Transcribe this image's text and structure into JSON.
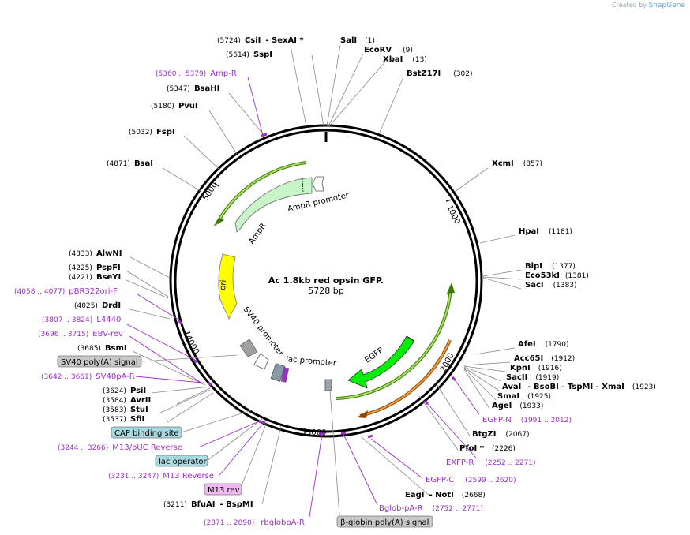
{
  "branding": {
    "created_by": "Created by",
    "app": "SnapGene"
  },
  "plasmid": {
    "name": "Ac 1.8kb red opsin GFP.",
    "size": "5728 bp"
  },
  "ticks": [
    "1000",
    "2000",
    "3000",
    "4000",
    "5000"
  ],
  "restriction_sites": [
    {
      "pos": "(5724)",
      "name": "CsiI",
      "extra": "- SexAI *"
    },
    {
      "pos": "(5614)",
      "name": "SspI"
    },
    {
      "pos": "(1)",
      "name": "SalI"
    },
    {
      "pos": "(9)",
      "name": "EcoRV"
    },
    {
      "pos": "(13)",
      "name": "XbaI"
    },
    {
      "pos": "(302)",
      "name": "BstZ17I"
    },
    {
      "pos": "(5347)",
      "name": "BsaHI"
    },
    {
      "pos": "(5180)",
      "name": "PvuI"
    },
    {
      "pos": "(5032)",
      "name": "FspI"
    },
    {
      "pos": "(4871)",
      "name": "BsaI"
    },
    {
      "pos": "(857)",
      "name": "XcmI"
    },
    {
      "pos": "(1181)",
      "name": "HpaI"
    },
    {
      "pos": "(1377)",
      "name": "BlpI"
    },
    {
      "pos": "(1381)",
      "name": "Eco53kI"
    },
    {
      "pos": "(1383)",
      "name": "SacI"
    },
    {
      "pos": "(4333)",
      "name": "AlwNI"
    },
    {
      "pos": "(4225)",
      "name": "PspFI"
    },
    {
      "pos": "(4221)",
      "name": "BseYI"
    },
    {
      "pos": "(4025)",
      "name": "DrdI"
    },
    {
      "pos": "(3685)",
      "name": "BsmI"
    },
    {
      "pos": "(1790)",
      "name": "AfeI"
    },
    {
      "pos": "(1912)",
      "name": "Acc65I"
    },
    {
      "pos": "(1916)",
      "name": "KpnI"
    },
    {
      "pos": "(1919)",
      "name": "SacII"
    },
    {
      "pos": "(1923)",
      "name": "AvaI",
      "extra": "- BsoBI  - TspMI  - XmaI"
    },
    {
      "pos": "(1925)",
      "name": "SmaI"
    },
    {
      "pos": "(1933)",
      "name": "AgeI"
    },
    {
      "pos": "(3624)",
      "name": "PsiI"
    },
    {
      "pos": "(3584)",
      "name": "AvrII"
    },
    {
      "pos": "(3583)",
      "name": "StuI"
    },
    {
      "pos": "(3537)",
      "name": "SfiI"
    },
    {
      "pos": "(2067)",
      "name": "BtgZI"
    },
    {
      "pos": "(2226)",
      "name": "PfoI *"
    },
    {
      "pos": "(2668)",
      "name": "EagI",
      "extra": "- NotI"
    },
    {
      "pos": "(3211)",
      "name": "BfuAI",
      "extra": "- BspMI"
    }
  ],
  "primers": [
    {
      "pos": "(5360 .. 5379)",
      "name": "Amp-R"
    },
    {
      "pos": "(4058 .. 4077)",
      "name": "pBR322ori-F"
    },
    {
      "pos": "(3807 .. 3824)",
      "name": "L4440"
    },
    {
      "pos": "(3696 .. 3715)",
      "name": "EBV-rev"
    },
    {
      "pos": "(3642 .. 3661)",
      "name": "SV40pA-R"
    },
    {
      "pos": "(3244 .. 3266)",
      "name": "M13/pUC Reverse"
    },
    {
      "pos": "(3231 .. 3247)",
      "name": "M13 Reverse"
    },
    {
      "pos": "(2871 .. 2890)",
      "name": "rbglobpA-R"
    },
    {
      "pos": "(1991 .. 2012)",
      "name": "EGFP-N"
    },
    {
      "pos": "(2252 .. 2271)",
      "name": "EXFP-R"
    },
    {
      "pos": "(2599 .. 2620)",
      "name": "EGFP-C"
    },
    {
      "pos": "(2752 .. 2771)",
      "name": "Bglob-pA-R"
    }
  ],
  "boxed_features": [
    {
      "name": "SV40 poly(A) signal",
      "fill": "#c8c8c8"
    },
    {
      "name": "CAP binding site",
      "fill": "#a8d8e0"
    },
    {
      "name": "lac operator",
      "fill": "#a8d8e0"
    },
    {
      "name": "M13 rev",
      "fill": "#f0b8f0"
    },
    {
      "name": "β-globin poly(A) signal",
      "fill": "#c8c8c8"
    }
  ],
  "map_features": [
    {
      "name": "AmpR promoter",
      "fill": "#ffffff"
    },
    {
      "name": "AmpR",
      "fill": "#c8f5c8"
    },
    {
      "name": "ori",
      "fill": "#ffff00"
    },
    {
      "name": "SV40 promoter",
      "fill": "#ffffff"
    },
    {
      "name": "lac promoter",
      "fill": "#ffffff"
    },
    {
      "name": "EGFP",
      "fill": "#00ee00"
    }
  ],
  "colors": {
    "backbone": "#000000",
    "primer": "#9b30c8",
    "orf_green": "#58a000",
    "orf_orange": "#e08000",
    "leader": "#8a8a8a"
  }
}
